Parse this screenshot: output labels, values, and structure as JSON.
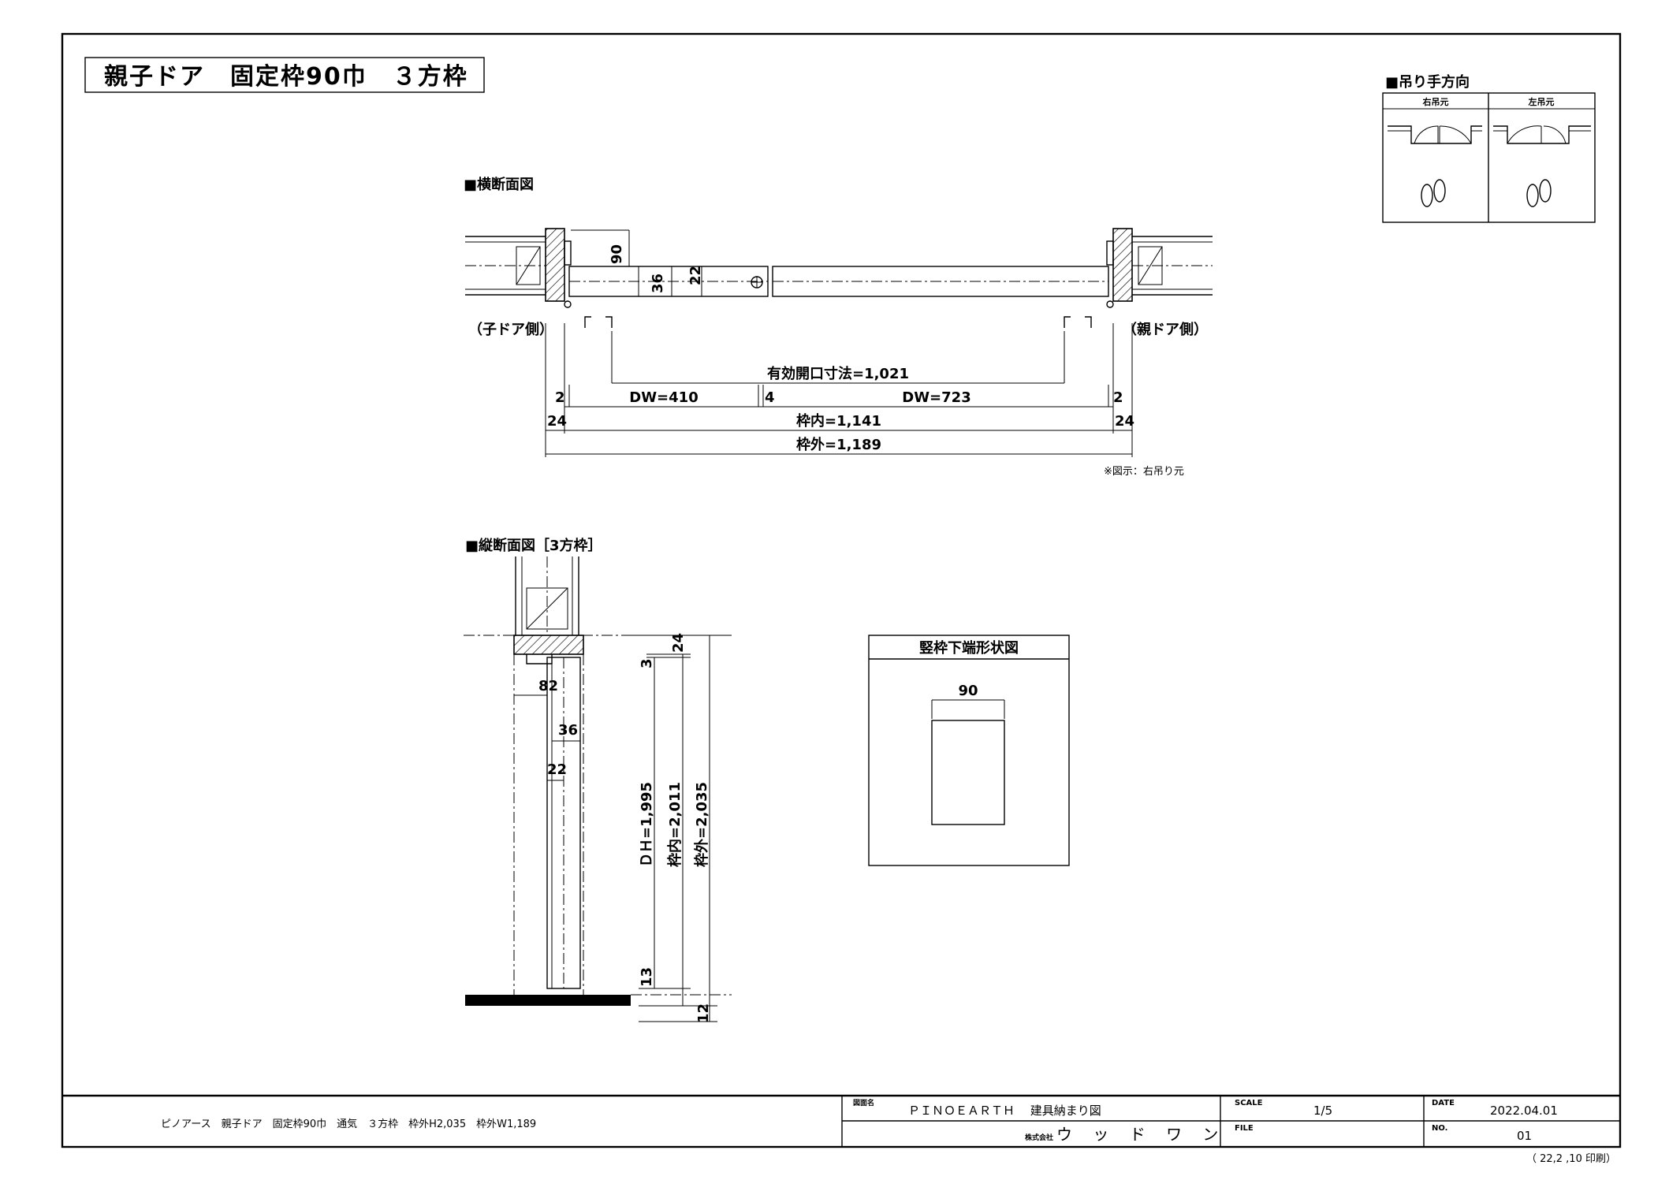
{
  "drawing": {
    "title": "親子ドア　固定枠90巾　３方枠"
  },
  "hinge_direction": {
    "heading": "■吊り手方向",
    "right_label": "右吊元",
    "left_label": "左吊元"
  },
  "horizontal_section": {
    "heading": "■横断面図",
    "child_side": "（子ドア側）",
    "parent_side": "（親ドア側）",
    "effective_opening": "有効開口寸法=1,021",
    "dw_child": "DW=410",
    "dw_parent": "DW=723",
    "gap_center": "4",
    "gap_left": "2",
    "gap_right": "2",
    "frame_left": "24",
    "frame_right": "24",
    "frame_inner": "枠内=1,141",
    "frame_outer": "枠外=1,189",
    "dim_90": "90",
    "dim_36": "36",
    "dim_22": "22",
    "note": "※図示：右吊り元"
  },
  "vertical_section": {
    "heading": "■縦断面図［3方枠］",
    "dim_24": "24",
    "dim_3": "3",
    "dim_82": "82",
    "dim_36": "36",
    "dim_22": "22",
    "dh": "ＤＨ=1,995",
    "frame_inner": "枠内=2,011",
    "frame_outer": "枠外=2,035",
    "dim_13": "13",
    "dim_12": "12"
  },
  "stile_bottom": {
    "heading": "竪枠下端形状図",
    "dim_90": "90"
  },
  "title_block": {
    "description": "ピノアース　親子ドア　固定枠90巾　通気　３方枠　枠外H2,035　枠外W1,189",
    "drawing_name_label": "図面名",
    "drawing_name": "ＰＩＮＯＥＡＲＴＨ　 建具納まり図",
    "company_prefix": "株式会社",
    "company": "ウ ッ ド ワ ン",
    "scale_label": "SCALE",
    "scale": "1/5",
    "file_label": "FILE",
    "date_label": "DATE",
    "date": "2022.04.01",
    "no_label": "NO.",
    "no": "01",
    "print_note": "（ 22,2 ,10 印刷）"
  }
}
